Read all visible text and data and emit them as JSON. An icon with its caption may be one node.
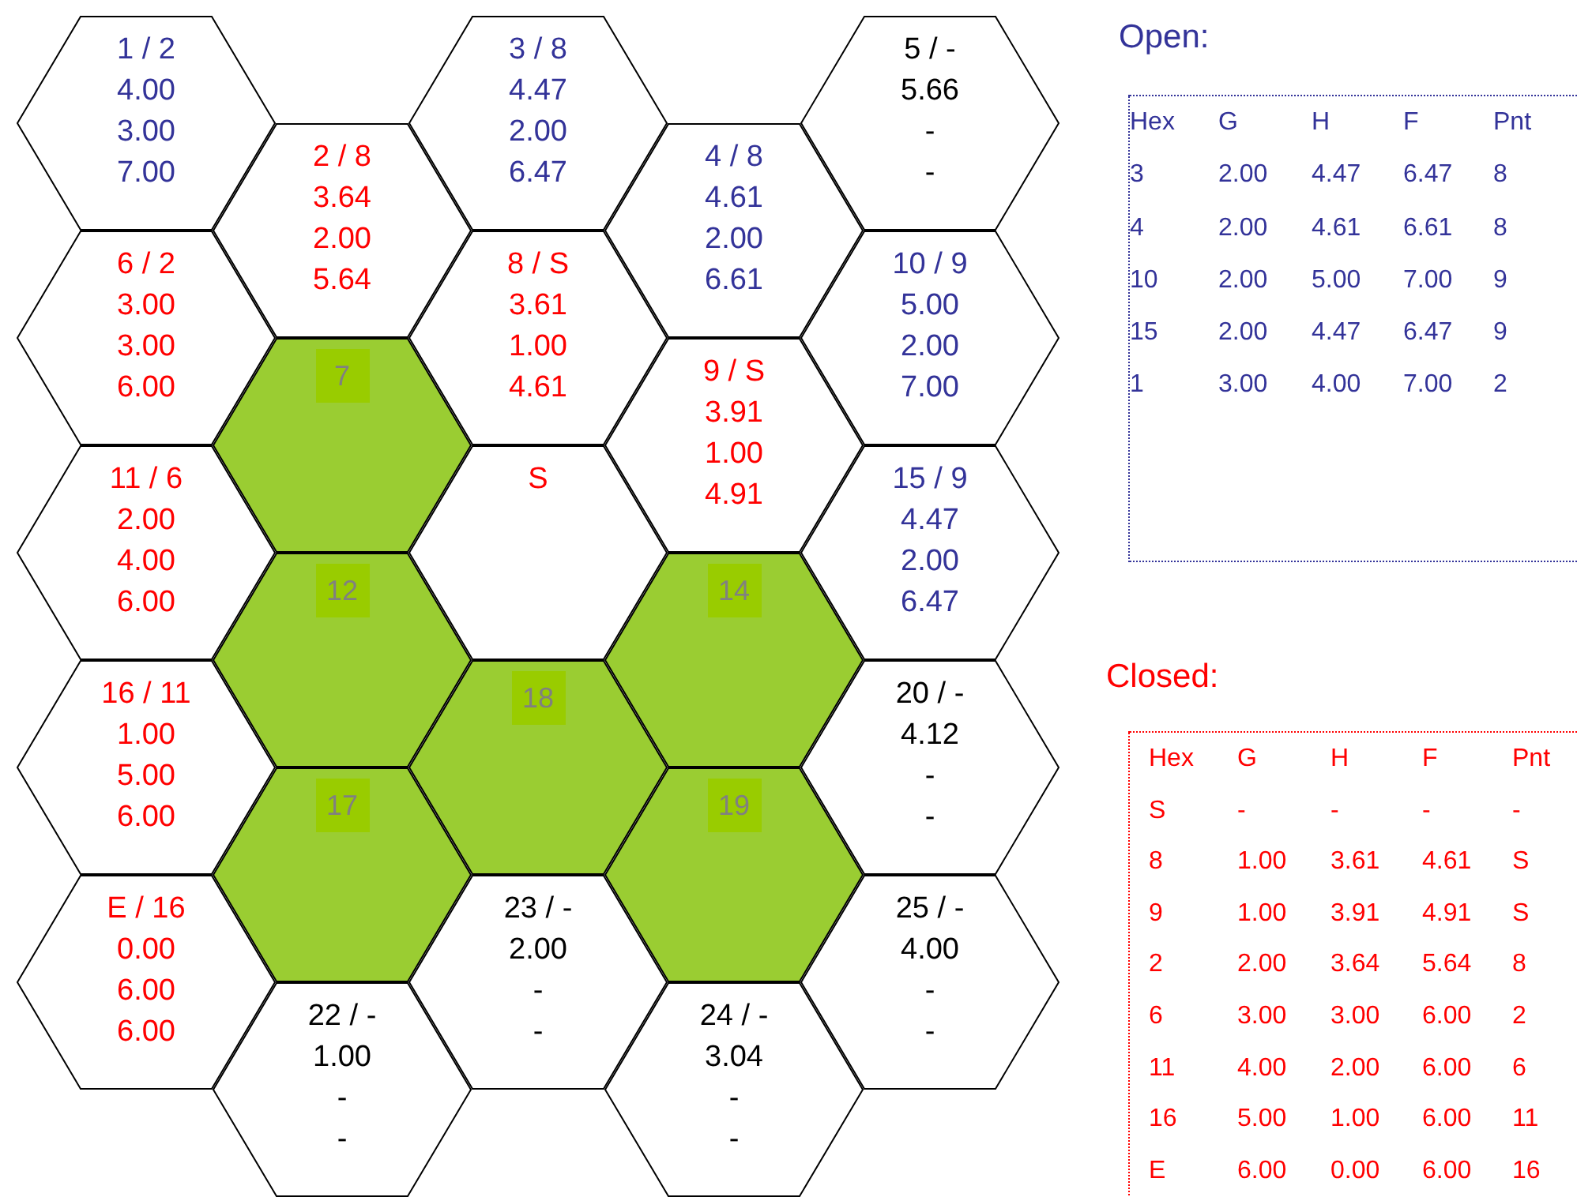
{
  "diagram": {
    "nodes": [
      {
        "text": [
          "1 / 2",
          "4.00",
          "3.00",
          "7.00"
        ]
      },
      {
        "text": [
          "3 / 8",
          "4.47",
          "2.00",
          "6.47"
        ]
      },
      {
        "text": [
          "5 / -",
          "5.66",
          "-",
          "-"
        ]
      },
      {
        "text": [
          "2 / 8",
          "3.64",
          "2.00",
          "5.64"
        ]
      },
      {
        "text": [
          "4 / 8",
          "4.61",
          "2.00",
          "6.61"
        ]
      },
      {
        "text": [
          "6 / 2",
          "3.00",
          "3.00",
          "6.00"
        ]
      },
      {
        "text": [
          "8 / S",
          "3.61",
          "1.00",
          "4.61"
        ]
      },
      {
        "text": [
          "10 / 9",
          "5.00",
          "2.00",
          "7.00"
        ]
      },
      {
        "text": [
          "7"
        ]
      },
      {
        "text": [
          "9 / S",
          "3.91",
          "1.00",
          "4.91"
        ]
      },
      {
        "text": [
          "11 / 6",
          "2.00",
          "4.00",
          "6.00"
        ]
      },
      {
        "text": [
          "S"
        ]
      },
      {
        "text": [
          "15 / 9",
          "4.47",
          "2.00",
          "6.47"
        ]
      },
      {
        "text": [
          "12"
        ]
      },
      {
        "text": [
          "14"
        ]
      },
      {
        "text": [
          "16 / 11",
          "1.00",
          "5.00",
          "6.00"
        ]
      },
      {
        "text": [
          "18"
        ]
      },
      {
        "text": [
          "20 / -",
          "4.12",
          "-",
          "-"
        ]
      },
      {
        "text": [
          "17"
        ]
      },
      {
        "text": [
          "19"
        ]
      },
      {
        "text": [
          "E / 16",
          "0.00",
          "6.00",
          "6.00"
        ]
      },
      {
        "text": [
          "23 / -",
          "2.00",
          "-",
          "-"
        ]
      },
      {
        "text": [
          "25 / -",
          "4.00",
          "-",
          "-"
        ]
      },
      {
        "text": [
          "22 / -",
          "1.00",
          "-",
          "-"
        ]
      },
      {
        "text": [
          "24 / -",
          "3.04",
          "-",
          "-"
        ]
      }
    ],
    "labels": [
      "Open:",
      "Hex",
      "G",
      "H",
      "F",
      "Pnt",
      "3",
      "2.00",
      "4.47",
      "6.47",
      "8",
      "4",
      "2.00",
      "4.61",
      "6.61",
      "8",
      "10",
      "2.00",
      "5.00",
      "7.00",
      "9",
      "15",
      "2.00",
      "4.47",
      "6.47",
      "9",
      "1",
      "3.00",
      "4.00",
      "7.00",
      "2",
      "Closed:",
      "Hex",
      "G",
      "H",
      "F",
      "Pnt",
      "S",
      "-",
      "-",
      "-",
      "-",
      "8",
      "1.00",
      "3.61",
      "4.61",
      "S",
      "9",
      "1.00",
      "3.91",
      "4.91",
      "S",
      "2",
      "2.00",
      "3.64",
      "5.64",
      "8",
      "6",
      "3.00",
      "3.00",
      "6.00",
      "2",
      "11",
      "4.00",
      "2.00",
      "6.00",
      "6",
      "16",
      "5.00",
      "1.00",
      "6.00",
      "11",
      "E",
      "6.00",
      "0.00",
      "6.00",
      "16"
    ]
  }
}
